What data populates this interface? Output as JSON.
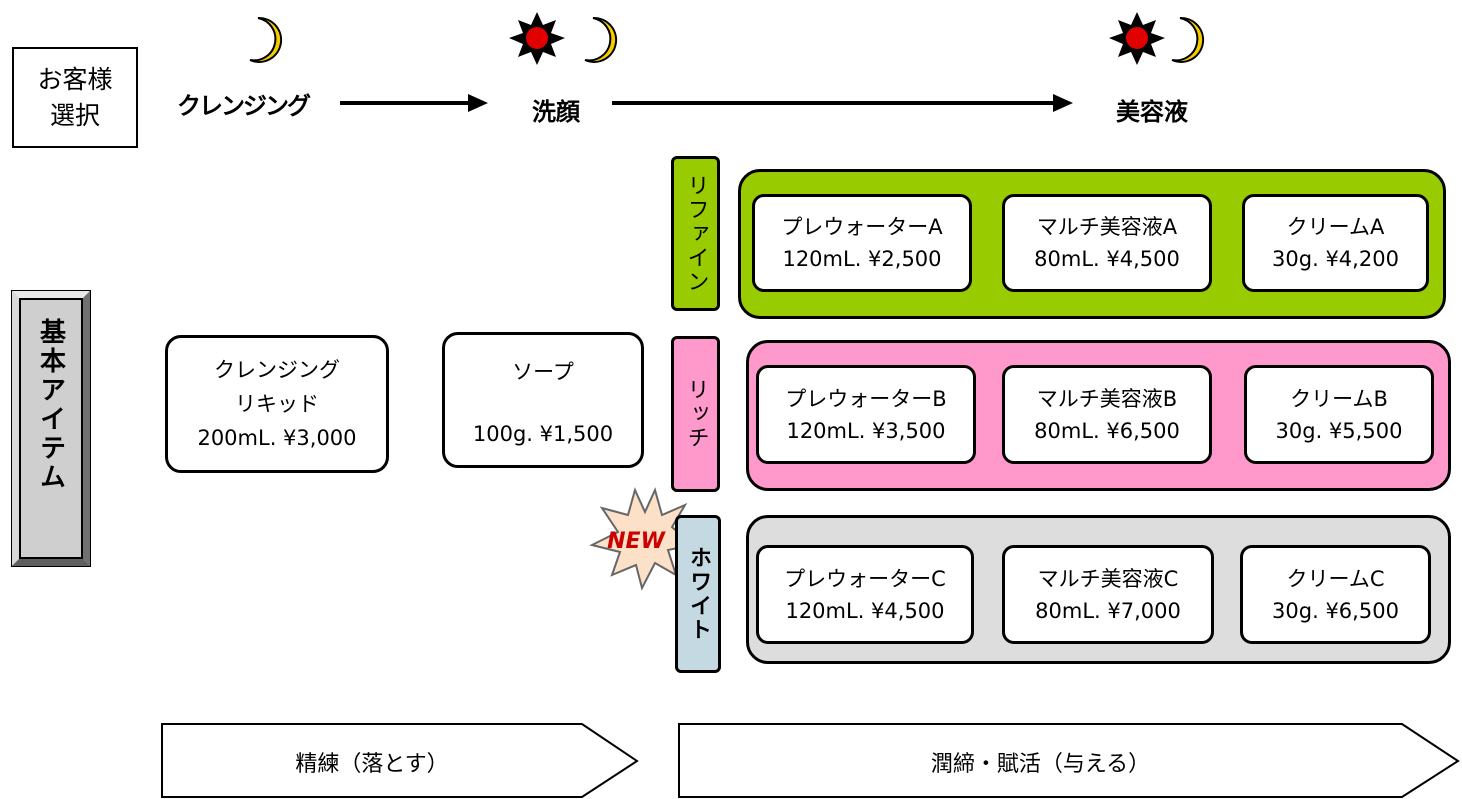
{
  "header": {
    "customer_choice": [
      "お客様",
      "選択"
    ],
    "steps": [
      "クレンジング",
      "洗顔",
      "美容液"
    ]
  },
  "side_label": "基本アイテム",
  "basic_items": {
    "cleansing": [
      "クレンジング",
      "リキッド",
      "200mL. ¥3,000"
    ],
    "soap": [
      "ソープ",
      "100g. ¥1,500"
    ]
  },
  "new_badge": "NEW",
  "lines": [
    {
      "tag": "リファイン",
      "color": "#99cc00",
      "products": [
        [
          "プレウォーターA",
          "120mL. ¥2,500"
        ],
        [
          "マルチ美容液A",
          "80mL. ¥4,500"
        ],
        [
          "クリームA",
          "30g. ¥4,200"
        ]
      ]
    },
    {
      "tag": "リッチ",
      "color": "#ff99cc",
      "products": [
        [
          "プレウォーターB",
          "120mL. ¥3,500"
        ],
        [
          "マルチ美容液B",
          "80mL. ¥6,500"
        ],
        [
          "クリームB",
          "30g. ¥5,500"
        ]
      ]
    },
    {
      "tag": "ホワイト",
      "color": "#dddddd",
      "tag_color": "#c5d9e3",
      "products": [
        [
          "プレウォーターC",
          "120mL. ¥4,500"
        ],
        [
          "マルチ美容液C",
          "80mL. ¥7,000"
        ],
        [
          "クリームC",
          "30g. ¥6,500"
        ]
      ]
    }
  ],
  "footer": {
    "left": "精練（落とす）",
    "right": "潤締・賦活（与える）"
  },
  "icons": [
    "moon-icon",
    "sun-icon",
    "arrow-right-icon",
    "starburst-icon"
  ]
}
